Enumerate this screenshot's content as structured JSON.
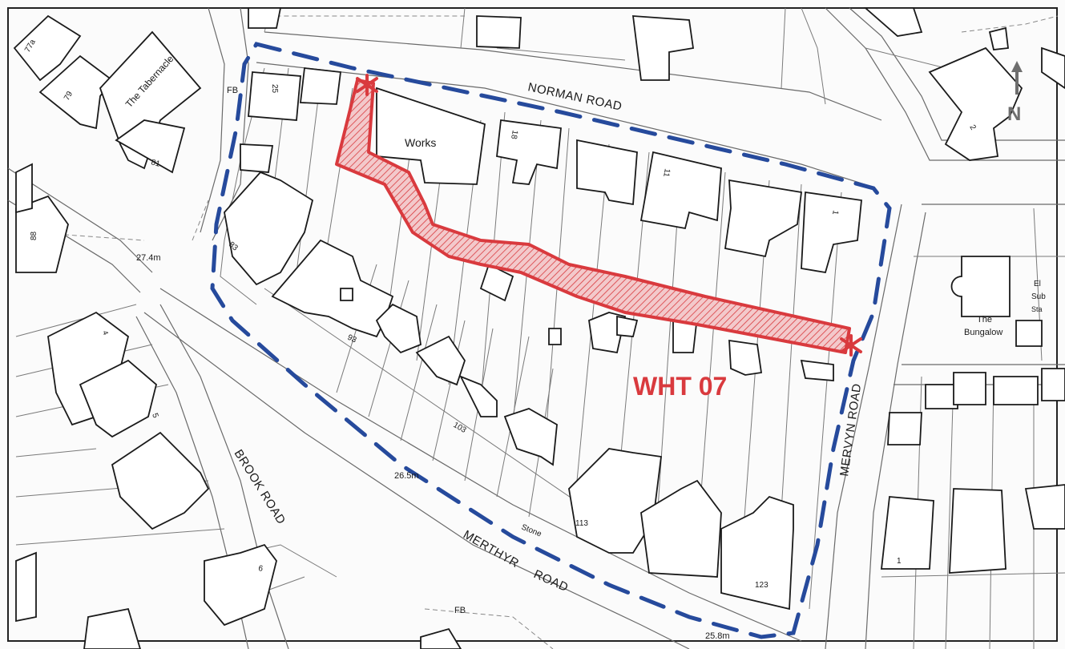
{
  "map": {
    "title": "WHT 07",
    "north_label": "N",
    "roads": {
      "norman": "NORMAN ROAD",
      "mervyn": "MERVYN ROAD",
      "brook": "BROOK ROAD",
      "merthyr_1": "MERTHYR",
      "merthyr_2": "ROAD"
    },
    "labels": {
      "works": "Works",
      "tabernacle": "The Tabernacle",
      "bungalow_1": "The",
      "bungalow_2": "Bungalow",
      "el": "El",
      "sub": "Sub",
      "sta": "Sta",
      "stone": "Stone",
      "fb_top": "FB",
      "fb_bottom": "FB"
    },
    "spot_heights": {
      "h1": "27.4m",
      "h2": "26.5m",
      "h3": "25.8m"
    },
    "house_numbers": {
      "n77a": "77a",
      "n79": "79",
      "n81": "81",
      "n83": "83",
      "n88": "88",
      "n25": "25",
      "n18": "18",
      "n11": "11",
      "n1": "1",
      "n2": "2",
      "n93": "93",
      "n103": "103",
      "n113": "113",
      "n123": "123",
      "n5": "5",
      "n6": "6",
      "n4": "4",
      "n1b": "1"
    },
    "colors": {
      "route_red": "#d93a3e",
      "boundary_blue": "#264a9c",
      "north_grey": "#6e6e6e"
    }
  }
}
